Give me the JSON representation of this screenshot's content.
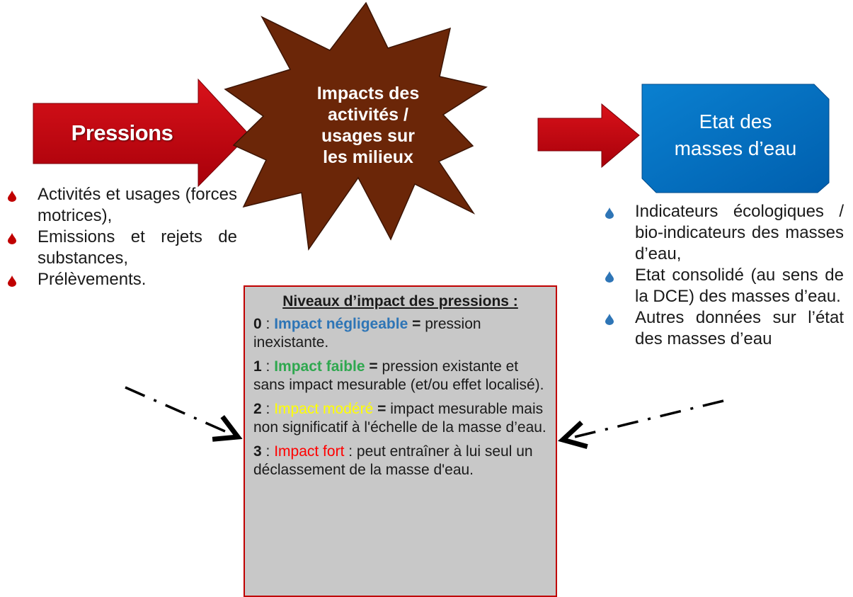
{
  "pressions": {
    "label": "Pressions"
  },
  "impacts": {
    "lines": [
      "Impacts des",
      "activités /",
      "usages sur",
      "les milieux"
    ]
  },
  "etat": {
    "lines": [
      "Etat des",
      "masses d’eau"
    ]
  },
  "left_bullets": [
    "Activités et usages (forces motrices),",
    "Emissions et rejets de substances,",
    "Prélèvements."
  ],
  "right_bullets": [
    "Indicateurs écologiques / bio-indicateurs des masses d’eau,",
    "Etat consolidé (au sens de la DCE) des masses d’eau.",
    "Autres données sur l’état des masses d’eau"
  ],
  "legend": {
    "title": "Niveaux d’impact des pressions :",
    "items": [
      {
        "level": "0",
        "sep": " : ",
        "name": "Impact négligeable",
        "connector": " = ",
        "desc": "pression inexistante."
      },
      {
        "level": "1",
        "sep": " : ",
        "name": "Impact faible",
        "connector": " = ",
        "desc": "pression existante et sans impact mesurable (et/ou effet localisé)."
      },
      {
        "level": "2",
        "sep": " : ",
        "name": "Impact modéré",
        "connector": " = ",
        "desc": "impact mesurable mais non significatif à l'échelle de la masse d’eau."
      },
      {
        "level": "3",
        "sep": " : ",
        "name": "Impact fort",
        "connector": " : ",
        "desc": "peut entraîner à lui seul un déclassement de la masse d'eau."
      }
    ]
  },
  "colors": {
    "arrow_red": "#c0000b",
    "burst_brown": "#6b2608",
    "etat_blue": "#0070c0",
    "legend_border": "#c00000",
    "level0": "#2e75b6",
    "level1": "#2fa84f",
    "level2": "#ffff00",
    "level3": "#ff0000",
    "left_drop": "#c00000",
    "right_drop": "#2e75b6"
  }
}
